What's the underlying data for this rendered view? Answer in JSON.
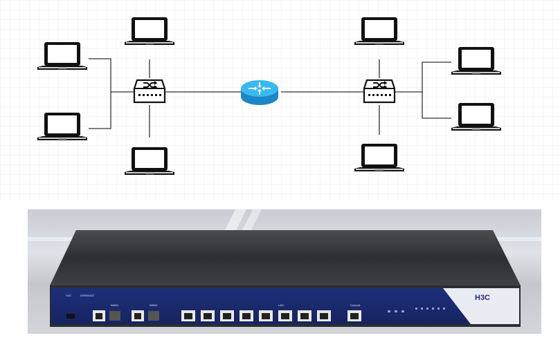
{
  "diagram": {
    "nodes": [
      {
        "id": "laptop-left-top",
        "type": "laptop"
      },
      {
        "id": "laptop-left-bottom",
        "type": "laptop"
      },
      {
        "id": "laptop-switch1-top",
        "type": "laptop"
      },
      {
        "id": "laptop-switch1-bottom",
        "type": "laptop"
      },
      {
        "id": "switch-left",
        "type": "switch"
      },
      {
        "id": "router-center",
        "type": "router"
      },
      {
        "id": "switch-right",
        "type": "switch"
      },
      {
        "id": "laptop-switch2-top",
        "type": "laptop"
      },
      {
        "id": "laptop-switch2-bottom",
        "type": "laptop"
      },
      {
        "id": "laptop-right-top",
        "type": "laptop"
      },
      {
        "id": "laptop-right-bottom",
        "type": "laptop"
      }
    ],
    "links": [
      [
        "switch-left",
        "router-center"
      ],
      [
        "router-center",
        "switch-right"
      ],
      [
        "switch-left",
        "laptop-switch1-top"
      ],
      [
        "switch-left",
        "laptop-switch1-bottom"
      ],
      [
        "switch-left",
        "laptop-left-top"
      ],
      [
        "switch-left",
        "laptop-left-bottom"
      ],
      [
        "switch-right",
        "laptop-switch2-top"
      ],
      [
        "switch-right",
        "laptop-switch2-bottom"
      ],
      [
        "switch-right",
        "laptop-right-top"
      ],
      [
        "switch-right",
        "laptop-right-bottom"
      ]
    ],
    "colors": {
      "router": "#2aa9e6",
      "line": "#333333",
      "grid": "#eeeeee"
    }
  },
  "device": {
    "brand_left": "H3C",
    "model": "ER8300G2",
    "brand_logo": "H3C",
    "console_label": "Console",
    "lan_label": "LAN",
    "wan1_label": "WAN1",
    "wan2_label": "WAN2",
    "colors": {
      "panel": "#1f3a8a",
      "chassis": "#3a3c3f"
    }
  }
}
